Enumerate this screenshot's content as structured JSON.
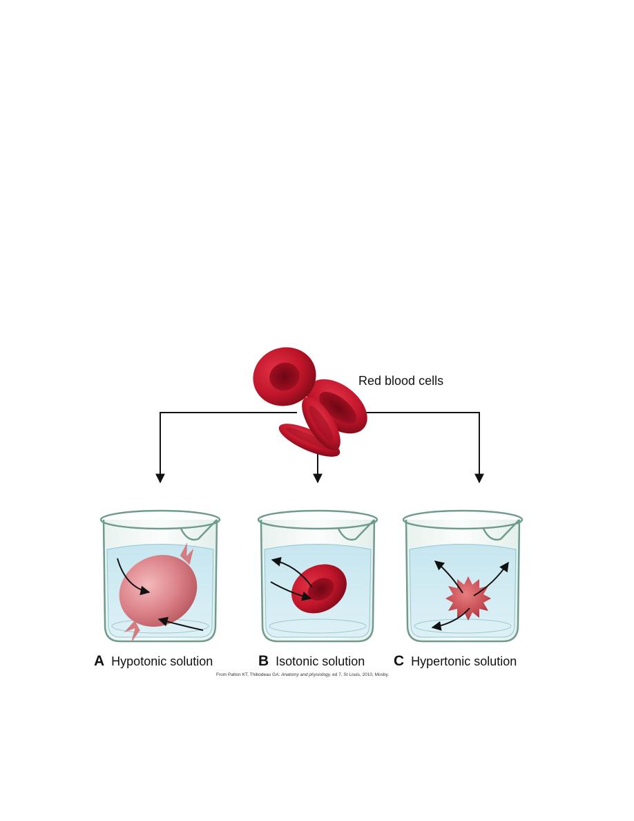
{
  "title_label": "Red blood cells",
  "panels": [
    {
      "letter": "A",
      "label": "Hypotonic solution",
      "cell_state": "swollen"
    },
    {
      "letter": "B",
      "label": "Isotonic solution",
      "cell_state": "normal"
    },
    {
      "letter": "C",
      "label": "Hypertonic solution",
      "cell_state": "crenated"
    }
  ],
  "credit": {
    "prefix": "From Patton KT, Thibodeau GA:",
    "book": "Anatomy and physiology,",
    "suffix": "ed 7, St Louis, 2010, Mosby."
  },
  "colors": {
    "cell_red": "#c0152a",
    "cell_dark": "#8a0c1c",
    "swollen_cell": "#d97a80",
    "water": "#cfe9f1",
    "beaker_outline": "#6f9a8e",
    "arrow": "#111111"
  }
}
